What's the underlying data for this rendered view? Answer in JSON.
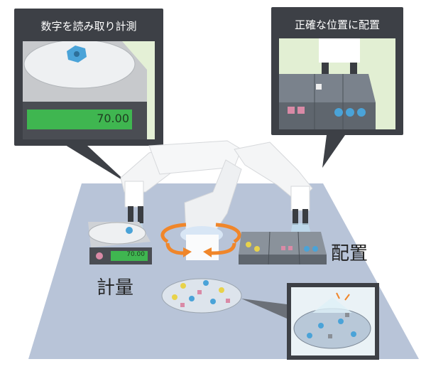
{
  "callouts": {
    "reading": {
      "title": "数字を読み取り計測",
      "display_value": "70.00"
    },
    "placing": {
      "title": "正確な位置に配置"
    }
  },
  "scale": {
    "display_value": "70.00"
  },
  "labels": {
    "weighing": "計量",
    "placement": "配置"
  },
  "colors": {
    "floor": "#b7c3d7",
    "callout_bg": "#3d4046",
    "display_green": "#3fb650",
    "arrow_orange": "#f0862a",
    "part_blue": "#4aa3d8",
    "part_pink": "#d98aa6",
    "part_yellow": "#e8d24a",
    "light_green": "#dfeed0"
  }
}
